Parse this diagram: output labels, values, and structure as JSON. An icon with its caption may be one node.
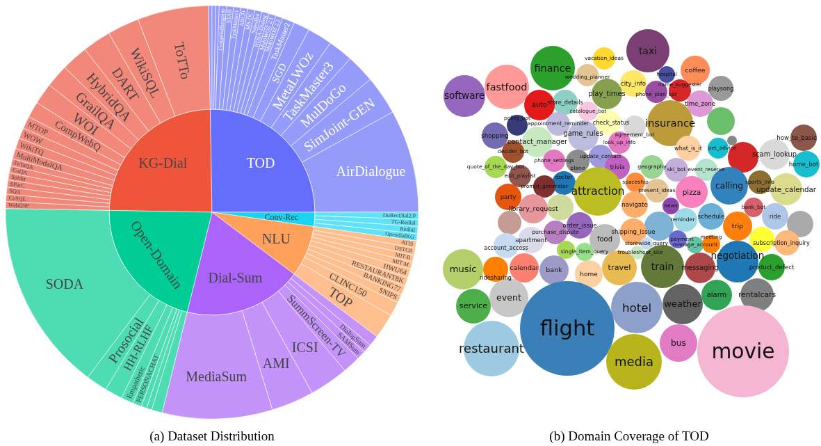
{
  "diagram": {
    "nodes": [
      {
        "text": [
          "KG-Dial"
        ]
      },
      {
        "text": [
          "WebQSP"
        ]
      },
      {
        "text": [
          "CoSQL"
        ]
      },
      {
        "text": [
          "SQA"
        ]
      },
      {
        "text": [
          "SParC"
        ]
      },
      {
        "text": [
          "Spider"
        ]
      },
      {
        "text": [
          "CoQA"
        ]
      },
      {
        "text": [
          "FeTaQA"
        ]
      },
      {
        "text": [
          "MultiModalQA"
        ]
      },
      {
        "text": [
          "WikiTQ"
        ]
      },
      {
        "text": [
          "WOW"
        ]
      },
      {
        "text": [
          "MTOP"
        ]
      },
      {
        "text": [
          "CompWebQ"
        ]
      },
      {
        "text": [
          "WOI"
        ]
      },
      {
        "text": [
          "GrailQA"
        ]
      },
      {
        "text": [
          "HybridQA"
        ]
      },
      {
        "text": [
          "DART"
        ]
      },
      {
        "text": [
          "WikiSQL"
        ]
      },
      {
        "text": [
          "ToTTo"
        ]
      },
      {
        "text": [
          "TOD"
        ]
      },
      {
        "text": [],
        "shape": "wedge"
      },
      {
        "text": [],
        "shape": "wedge"
      },
      {
        "text": [],
        "shape": "wedge"
      },
      {
        "text": [
          "CraigslistBargains"
        ]
      },
      {
        "text": [
          "STAR"
        ]
      },
      {
        "text": [
          "TaskMaster1"
        ]
      },
      {
        "text": [
          "ABCD"
        ]
      },
      {
        "text": [
          "MS-DC"
        ]
      },
      {
        "text": [
          "SalesBot"
        ]
      },
      {
        "text": [
          "HDSA-Dialog"
        ]
      },
      {
        "text": [
          "MultiWOZ 2.1"
        ]
      },
      {
        "text": [
          "MultiWOZ 2.2"
        ]
      },
      {
        "text": [
          "TaskMaster2"
        ]
      },
      {
        "text": [
          "SGD"
        ]
      },
      {
        "text": [
          "MetaLWOz"
        ]
      },
      {
        "text": [
          "TaskMaster3"
        ]
      },
      {
        "text": [
          "MulDoGo"
        ]
      },
      {
        "text": [
          "SimJoint-GEN"
        ]
      },
      {
        "text": [
          "AirDialogue"
        ]
      },
      {
        "text": [
          "Conv-Rec"
        ]
      },
      {
        "text": [
          "DuRecDial2.0"
        ]
      },
      {
        "text": [
          "TG-Redial"
        ]
      },
      {
        "text": [
          "Redial"
        ]
      },
      {
        "text": [
          "OpendialKG"
        ]
      },
      {
        "text": [
          "NLU"
        ]
      },
      {
        "text": [
          "ATIS"
        ]
      },
      {
        "text": [
          "DSTC8"
        ]
      },
      {
        "text": [
          "MIT-R"
        ]
      },
      {
        "text": [
          "MIT-M"
        ]
      },
      {
        "text": [
          "HWU64"
        ]
      },
      {
        "text": [
          "RESTAURANT8K"
        ]
      },
      {
        "text": [
          "BANKING77"
        ]
      },
      {
        "text": [
          "SNIPS"
        ]
      },
      {
        "text": [
          "CLINC150"
        ]
      },
      {
        "text": [
          "TOP"
        ]
      },
      {
        "text": [
          "Dial-Sum"
        ]
      },
      {
        "text": [],
        "shape": "wedge"
      },
      {
        "text": [
          "DialogSum"
        ]
      },
      {
        "text": [
          "SAMSum"
        ]
      },
      {
        "text": [
          "SummScreen-TV"
        ]
      },
      {
        "text": [
          "ICSI"
        ]
      },
      {
        "text": [
          "AMI"
        ]
      },
      {
        "text": [
          "MediaSum"
        ]
      },
      {
        "text": [
          "Open-Domain"
        ]
      },
      {
        "text": [],
        "shape": "wedge"
      },
      {
        "text": [],
        "shape": "wedge"
      },
      {
        "text": [],
        "shape": "wedge"
      },
      {
        "text": [
          "PERSONACHAT"
        ]
      },
      {
        "text": [
          "Empathetic"
        ]
      },
      {
        "text": [
          "HH-RLHF"
        ]
      },
      {
        "text": [
          "Prosocial"
        ]
      },
      {
        "text": [
          "SODA"
        ]
      },
      {
        "text": [
          "taxi"
        ]
      },
      {
        "text": [
          "vacation_ideas"
        ]
      },
      {
        "text": [
          "finance"
        ]
      },
      {
        "text": [
          "coffee"
        ]
      },
      {
        "text": [
          "hospital"
        ]
      },
      {
        "text": [
          "wedding_planner"
        ]
      },
      {
        "text": [
          "city_info"
        ]
      },
      {
        "text": [
          "fastfood"
        ]
      },
      {
        "text": [
          "playsong"
        ]
      },
      {
        "text": [
          "software"
        ]
      },
      {
        "text": [
          "name_suggester"
        ]
      },
      {
        "text": [
          "play_times"
        ]
      },
      {
        "text": [
          "phone_plan_bot"
        ]
      },
      {
        "text": [
          "store_details"
        ]
      },
      {
        "text": [
          "auto"
        ]
      },
      {
        "text": [
          "time_zone"
        ]
      },
      {
        "text": [
          "catalogue_bot"
        ]
      },
      {
        "text": [],
        "shape": "circle"
      },
      {
        "text": [
          "check_status"
        ]
      },
      {
        "text": [
          "insurance"
        ]
      },
      {
        "text": [
          "appointment_reminder"
        ]
      },
      {
        "text": [
          "policy_bot"
        ]
      },
      {
        "text": [
          "agreement_bot"
        ]
      },
      {
        "text": [
          "game_rules"
        ]
      },
      {
        "text": [
          "shopping"
        ]
      },
      {
        "text": [
          "how_to_basic"
        ]
      },
      {
        "text": [],
        "shape": "circle"
      },
      {
        "text": [
          "contact_manager"
        ]
      },
      {
        "text": [
          "look_up_info"
        ]
      },
      {
        "text": [
          "what_is_it"
        ]
      },
      {
        "text": [
          "pet_advice"
        ]
      },
      {
        "text": [
          "decider_bot"
        ]
      },
      {
        "text": [],
        "shape": "circle"
      },
      {
        "text": [
          "scam_lookup"
        ]
      },
      {
        "text": [
          "home_bot"
        ]
      },
      {
        "text": [
          "update_contact"
        ]
      },
      {
        "text": [
          "phone_settings"
        ]
      },
      {
        "text": [
          "plane"
        ]
      },
      {
        "text": [
          "quote_of_the_day_bot"
        ]
      },
      {
        "text": [
          "trivia"
        ]
      },
      {
        "text": [
          "geography"
        ]
      },
      {
        "text": [
          "ski_bot"
        ]
      },
      {
        "text": [
          "event_reserve"
        ]
      },
      {
        "text": [
          "edit_playlist"
        ]
      },
      {
        "text": [
          "spaceship"
        ]
      },
      {
        "text": [
          "sports_info"
        ]
      },
      {
        "text": [
          "doctor"
        ]
      },
      {
        "text": [
          "calling"
        ]
      },
      {
        "text": [
          "prompt_generator"
        ]
      },
      {
        "text": [
          "update_calendar"
        ]
      },
      {
        "text": [
          "attraction"
        ]
      },
      {
        "text": [
          "present_ideas"
        ]
      },
      {
        "text": [
          "pizza"
        ]
      },
      {
        "text": [
          "party"
        ]
      },
      {
        "text": [
          "navigate"
        ]
      },
      {
        "text": [
          "news"
        ]
      },
      {
        "text": [],
        "shape": "circle"
      },
      {
        "text": [
          "bank_bot"
        ]
      },
      {
        "text": [
          "library_request"
        ]
      },
      {
        "text": [
          "ride"
        ]
      },
      {
        "text": [
          "reminder"
        ]
      },
      {
        "text": [
          "schedule"
        ]
      },
      {
        "text": [],
        "shape": "circle"
      },
      {
        "text": [],
        "shape": "circle"
      },
      {
        "text": [],
        "shape": "circle"
      },
      {
        "text": [
          "order_issue"
        ]
      },
      {
        "text": [
          "trip"
        ]
      },
      {
        "text": [
          "shipping_issue"
        ]
      },
      {
        "text": [
          "purchase_dispute"
        ]
      },
      {
        "text": [
          "food"
        ]
      },
      {
        "text": [
          "apartment"
        ]
      },
      {
        "text": [
          "payment"
        ]
      },
      {
        "text": [],
        "shape": "circle"
      },
      {
        "text": [
          "subscription_inquiry"
        ]
      },
      {
        "text": [
          "storewide_query"
        ]
      },
      {
        "text": [
          "manage_account"
        ]
      },
      {
        "text": [
          "meeting"
        ]
      },
      {
        "text": [
          "account_access"
        ]
      },
      {
        "text": [],
        "shape": "circle"
      },
      {
        "text": [
          "single_item_query"
        ]
      },
      {
        "text": [
          "troubleshoot_site"
        ]
      },
      {
        "text": [
          "negotiation"
        ]
      },
      {
        "text": [
          "train"
        ]
      },
      {
        "text": [
          "music"
        ]
      },
      {
        "text": [
          "ridesharing"
        ]
      },
      {
        "text": [
          "calendar"
        ]
      },
      {
        "text": [
          "bank"
        ]
      },
      {
        "text": [
          "travel"
        ]
      },
      {
        "text": [
          "messaging"
        ]
      },
      {
        "text": [
          "product_defect"
        ]
      },
      {
        "text": [
          "home"
        ]
      },
      {
        "text": [
          "alarm"
        ]
      },
      {
        "text": [
          "rentalcars"
        ]
      },
      {
        "text": [
          "event"
        ]
      },
      {
        "text": [
          "service"
        ]
      },
      {
        "text": [
          "hotel"
        ]
      },
      {
        "text": [
          "weather"
        ]
      },
      {
        "text": [
          "flight"
        ]
      },
      {
        "text": [
          "bus"
        ]
      },
      {
        "text": [
          "restaurant"
        ]
      },
      {
        "text": [
          "media"
        ]
      },
      {
        "text": [
          "movie"
        ]
      }
    ],
    "labels": [
      "(a) Dataset Distribution",
      "(b) Domain Coverage of TOD"
    ]
  }
}
